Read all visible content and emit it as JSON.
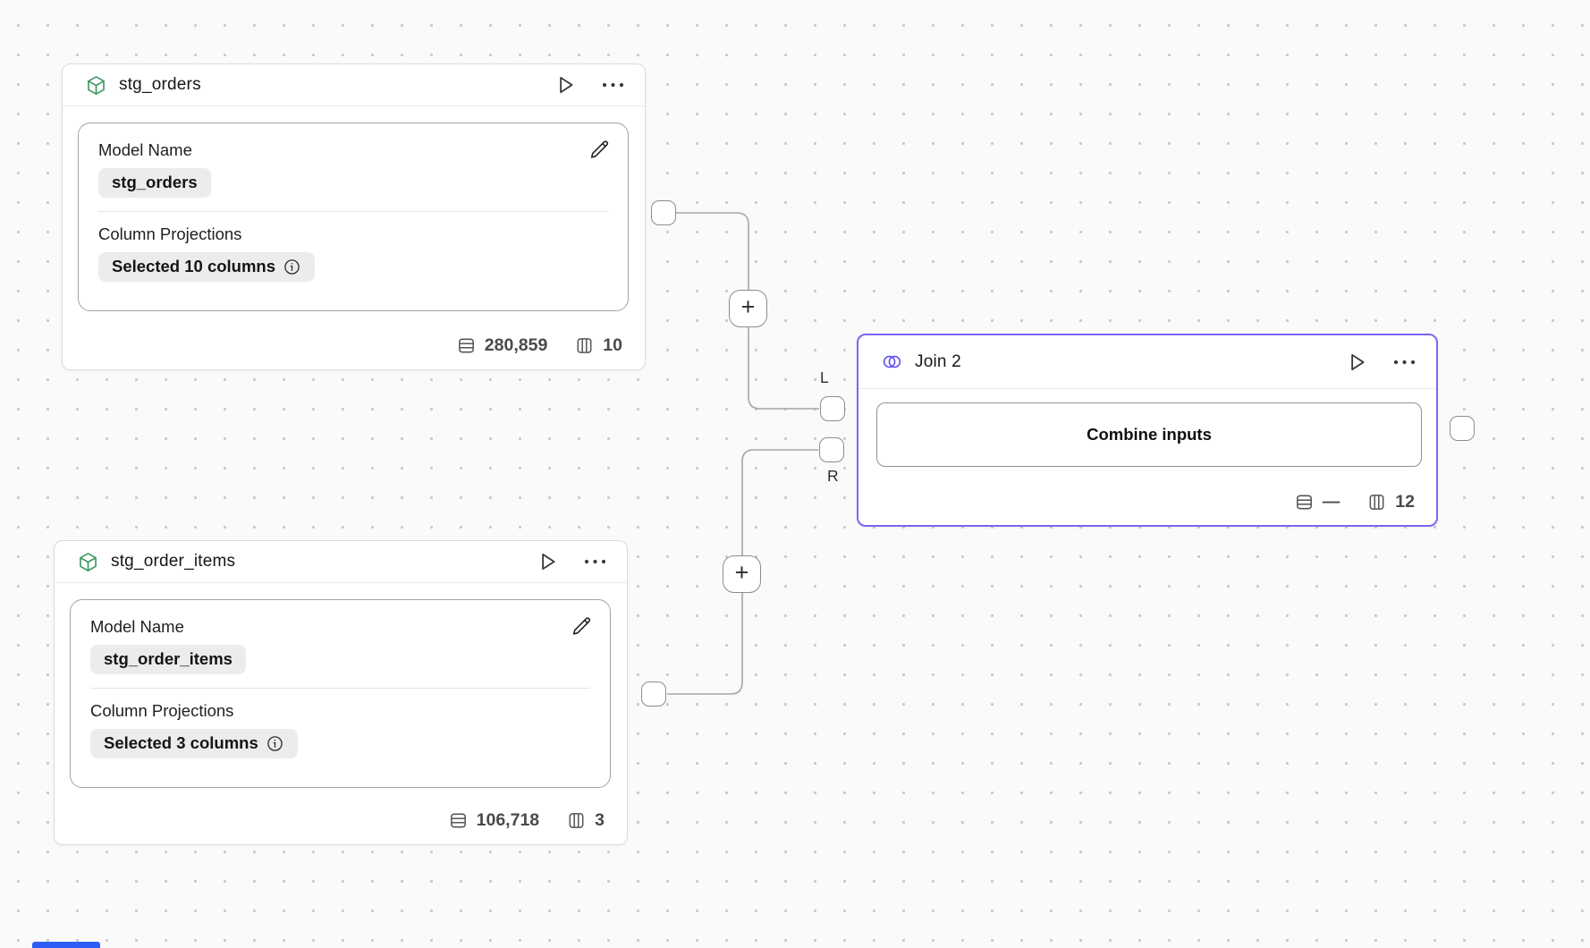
{
  "canvas": {
    "background": "#fafafa",
    "accent_selected": "#7a66f3",
    "model_icon_color": "#3d9960",
    "join_icon_color": "#5a4cf0"
  },
  "nodes": {
    "stg_orders": {
      "title": "stg_orders",
      "model_name_label": "Model Name",
      "model_name_value": "stg_orders",
      "projections_label": "Column Projections",
      "projections_value": "Selected 10 columns",
      "row_count": "280,859",
      "column_count": "10"
    },
    "stg_order_items": {
      "title": "stg_order_items",
      "model_name_label": "Model Name",
      "model_name_value": "stg_order_items",
      "projections_label": "Column Projections",
      "projections_value": "Selected 3 columns",
      "row_count": "106,718",
      "column_count": "3"
    },
    "join": {
      "title": "Join 2",
      "combine_button_label": "Combine inputs",
      "row_count": "—",
      "column_count": "12",
      "left_port_label": "L",
      "right_port_label": "R"
    }
  },
  "ui": {
    "plus": "+"
  }
}
